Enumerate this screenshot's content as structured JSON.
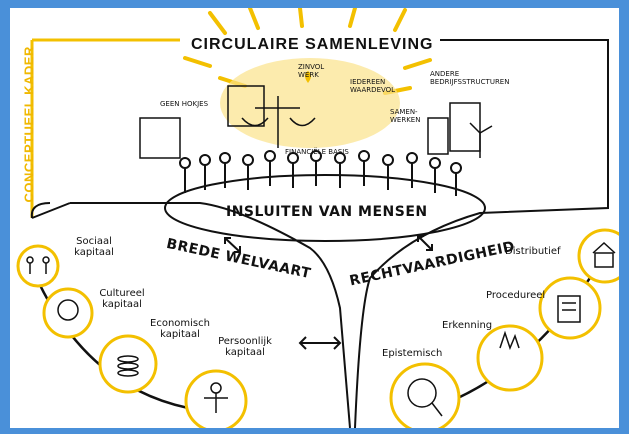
{
  "title": "CIRCULAIRE SAMENLEVING",
  "side_label": "CONCEPTUEEL KADER",
  "center": "INSLUITEN VAN MENSEN",
  "top_labels": {
    "geen_hokjes": "GEEN HOKJES",
    "zinvol_werk": "ZINVOL WERK",
    "iedereen": "IEDEREEN WAARDEVOL",
    "andere": "ANDERE BEDRIJFSSTRUCTUREN",
    "samenwerken": "SAMEN- WERKEN",
    "financiele": "FINANCIËLE BASIS"
  },
  "left_branch": {
    "title": "BREDE WELVAART",
    "items": [
      "Sociaal kapitaal",
      "Cultureel kapitaal",
      "Economisch kapitaal",
      "Persoonlijk kapitaal"
    ]
  },
  "right_branch": {
    "title": "RECHTVAARDIGHEID",
    "items": [
      "Distributief",
      "Procedureel",
      "Erkenning",
      "Epistemisch"
    ]
  },
  "colors": {
    "accent": "#f3c000",
    "ink": "#111111",
    "frame": "#4a90d9"
  }
}
